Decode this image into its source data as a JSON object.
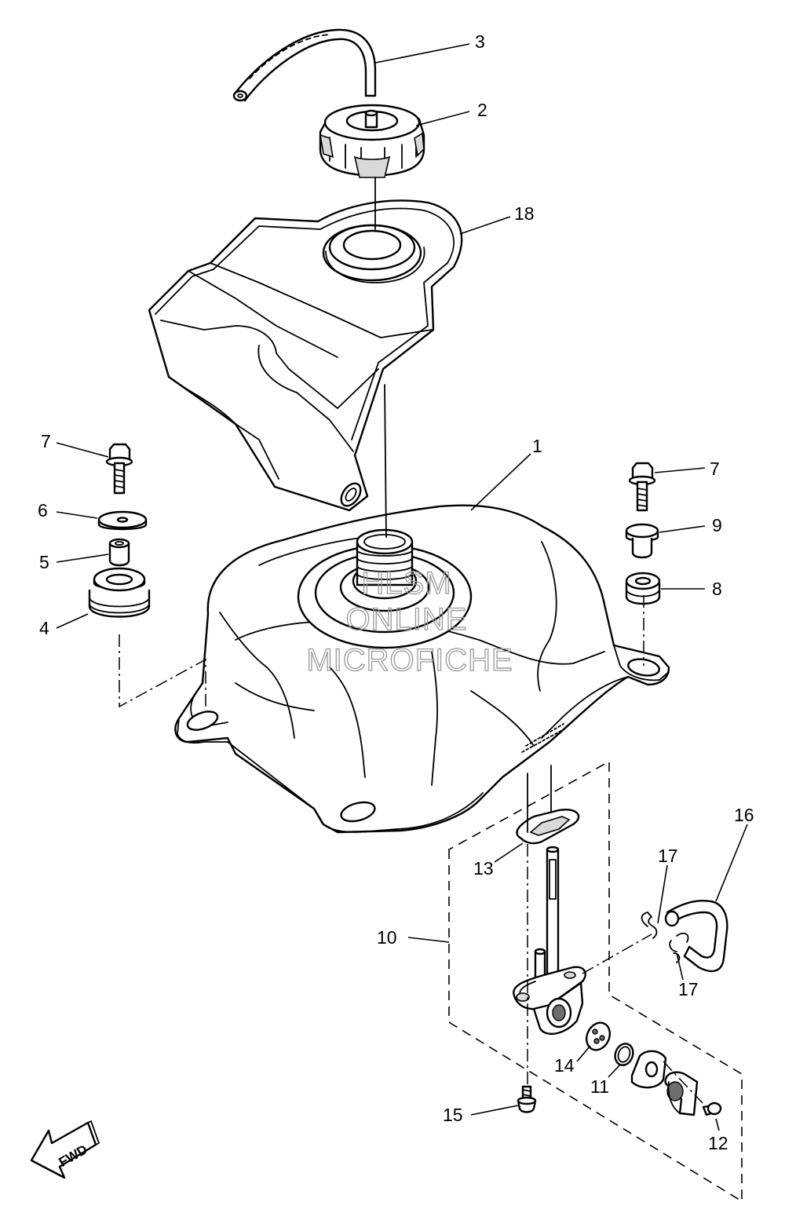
{
  "callouts": {
    "p1": "1",
    "p2": "2",
    "p3": "3",
    "p4": "4",
    "p5": "5",
    "p6": "6",
    "p7_left": "7",
    "p7_right": "7",
    "p8": "8",
    "p9": "9",
    "p10": "10",
    "p11": "11",
    "p12": "12",
    "p13": "13",
    "p14": "14",
    "p15": "15",
    "p16": "16",
    "p17_top": "17",
    "p17_bottom": "17",
    "p18": "18"
  },
  "watermark": {
    "line1": "HLSM",
    "line2": "ONLINE",
    "line3": "MICROFICHE"
  },
  "direction_label": "FWD"
}
